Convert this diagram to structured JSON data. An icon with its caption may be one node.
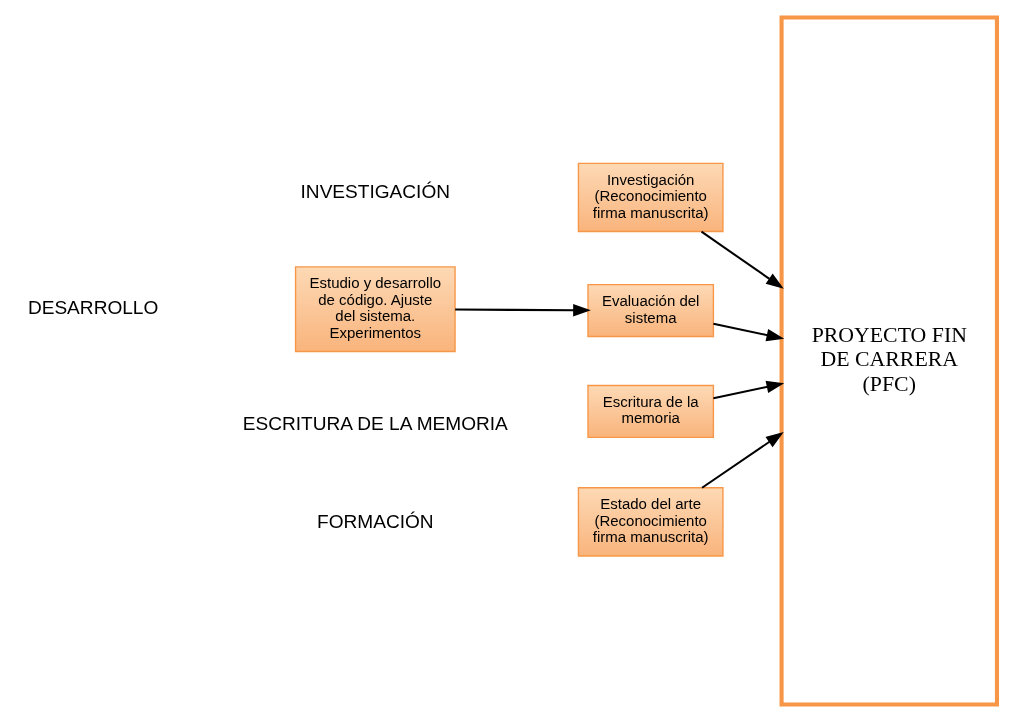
{
  "diagram": {
    "nodes": [
      {
        "text": [
          "Estado del arte (Reconocimiento firma manuscrita)"
        ]
      },
      {
        "text": [
          "Investigación (Reconocimiento firma manuscrita)"
        ]
      },
      {
        "text": [
          "Estudio y desarrollo de código. Ajuste del sistema. Experimentos"
        ]
      },
      {
        "text": [
          "Evaluación del sistema"
        ]
      },
      {
        "text": [
          "Escritura de la memoria"
        ]
      },
      {
        "text": [
          "PROYECTO FIN DE CARRERA (PFC)"
        ]
      }
    ],
    "edges": [
      {
        "from": 0,
        "to": 5,
        "arrow": "to"
      },
      {
        "from": 1,
        "to": 5,
        "arrow": "to"
      },
      {
        "from": 2,
        "to": 3,
        "arrow": "to"
      },
      {
        "from": 3,
        "to": 5,
        "arrow": "to"
      },
      {
        "from": 4,
        "to": 5,
        "arrow": "to"
      }
    ],
    "labels": [
      "FORMACIÓN",
      "INVESTIGACIÓN",
      "DESARROLLO",
      "ESCRITURA DE LA MEMORIA"
    ]
  }
}
